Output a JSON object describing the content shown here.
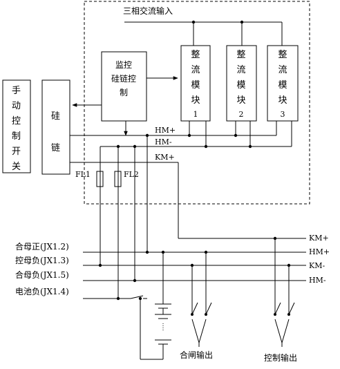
{
  "diagram": {
    "ac_input": "三相交流输入",
    "manual_switch": [
      "手",
      "动",
      "控",
      "制",
      "开",
      "关"
    ],
    "silicon_chain": [
      "硅",
      "链"
    ],
    "monitor": [
      "监控",
      "硅链控",
      "制"
    ],
    "rectifiers": [
      {
        "chars": [
          "整",
          "流",
          "模",
          "块"
        ],
        "num": "1"
      },
      {
        "chars": [
          "整",
          "流",
          "模",
          "块"
        ],
        "num": "2"
      },
      {
        "chars": [
          "整",
          "流",
          "模",
          "块"
        ],
        "num": "3"
      }
    ],
    "internal_buses": {
      "hm_plus": "HM+",
      "hm_minus": "HM-",
      "km_plus": "KM+"
    },
    "fuses": {
      "fl1": "FL1",
      "fl2": "FL2"
    },
    "left_buses": {
      "bus1": "合母正(JX1.2)",
      "bus2": "控母负(JX1.3)",
      "bus3": "合母负(JX1.5)",
      "bus4": "电池负(JX1.4)"
    },
    "right_buses": {
      "km_plus": "KM+",
      "hm_plus": "HM+",
      "km_minus": "KM-",
      "hm_minus": "HM-"
    },
    "closing_output": "合闸输出",
    "control_output": "控制输出"
  }
}
